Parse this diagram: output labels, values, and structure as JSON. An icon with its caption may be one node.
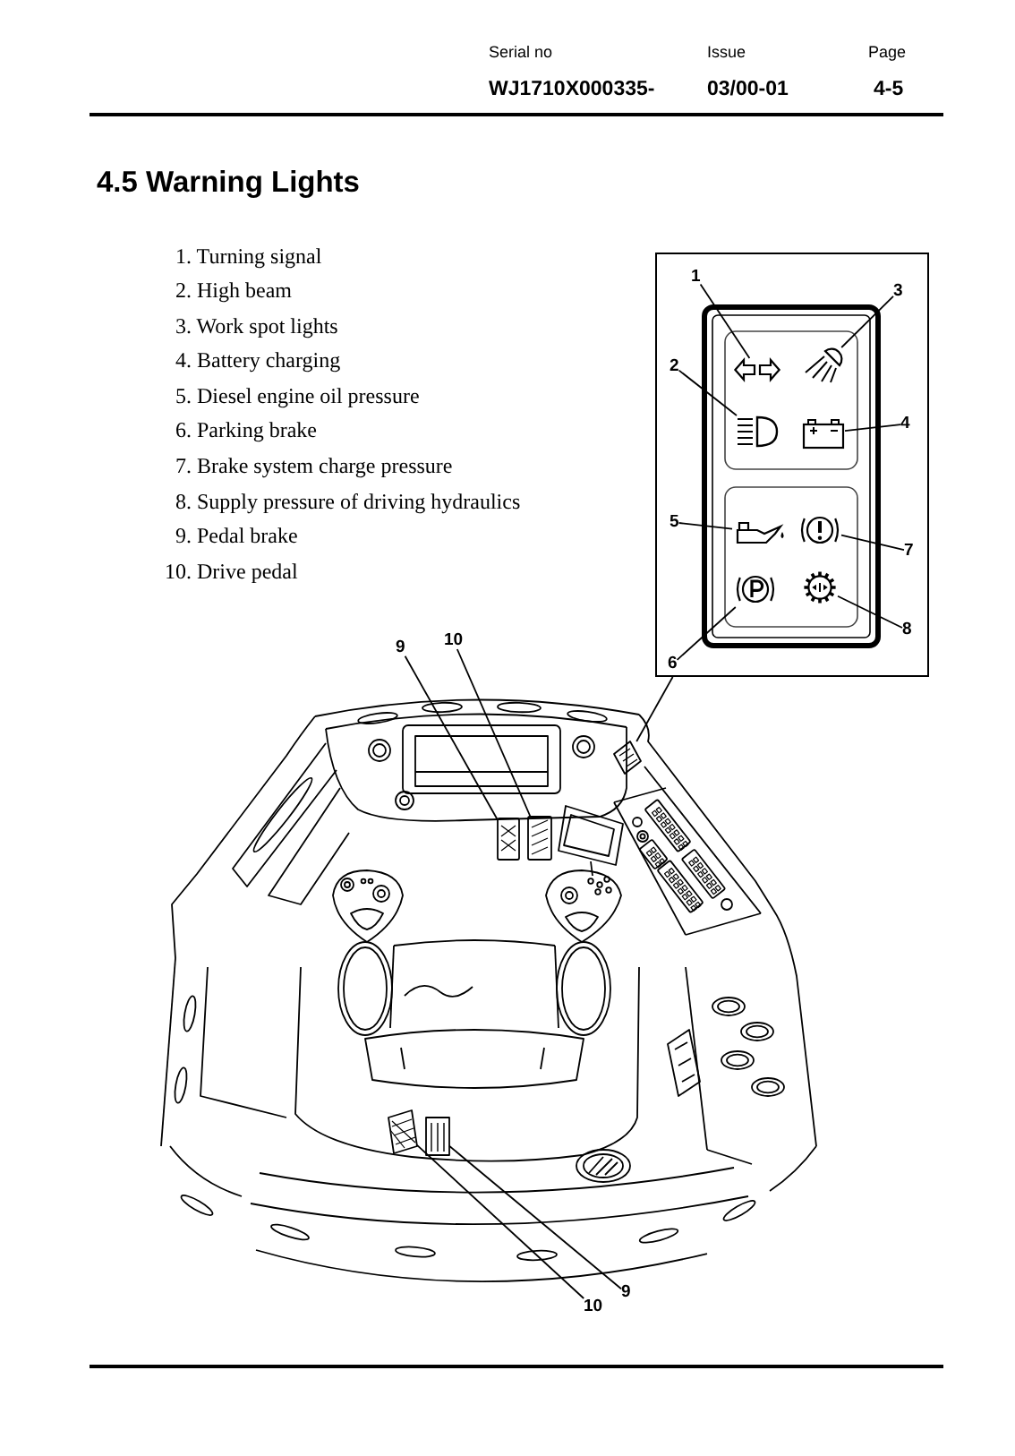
{
  "diagram": {
    "title": "4.5 Warning Lights",
    "nodes": [
      {
        "text": [],
        "shape": "box"
      },
      {
        "text": [
          "1"
        ],
        "in": 0
      },
      {
        "text": [],
        "shape": "picture",
        "in": 0
      },
      {
        "text": [
          "3"
        ],
        "in": 0
      },
      {
        "text": [],
        "shape": "picture",
        "in": 0
      },
      {
        "text": [
          "2"
        ],
        "in": 0
      },
      {
        "text": [],
        "shape": "picture",
        "in": 0
      },
      {
        "text": [],
        "shape": "picture",
        "in": 0
      },
      {
        "text": [
          "4"
        ],
        "in": 0
      },
      {
        "text": [
          "5"
        ],
        "in": 0
      },
      {
        "text": [],
        "shape": "picture",
        "in": 0
      },
      {
        "text": [],
        "shape": "picture",
        "in": 0
      },
      {
        "text": [
          "7"
        ],
        "in": 0
      },
      {
        "text": [],
        "shape": "picture",
        "in": 0
      },
      {
        "text": [],
        "shape": "picture",
        "in": 0
      },
      {
        "text": [
          "8"
        ],
        "in": 0
      },
      {
        "text": [
          "6"
        ],
        "in": 0
      },
      {
        "text": [
          "9"
        ]
      },
      {
        "text": [
          "10"
        ]
      },
      {
        "text": [],
        "shape": "picture"
      },
      {
        "text": [],
        "shape": "picture"
      },
      {
        "text": [],
        "shape": "picture"
      },
      {
        "text": [],
        "shape": "picture"
      },
      {
        "text": [],
        "shape": "picture"
      },
      {
        "text": [
          "10"
        ]
      },
      {
        "text": [
          "9"
        ]
      }
    ],
    "edges": [
      {
        "from": 1,
        "to": 2,
        "arrow": "none"
      },
      {
        "from": 3,
        "to": 4,
        "arrow": "none"
      },
      {
        "from": 5,
        "to": 6,
        "arrow": "none"
      },
      {
        "from": 8,
        "to": 7,
        "arrow": "none"
      },
      {
        "from": 9,
        "to": 10,
        "arrow": "none"
      },
      {
        "from": 12,
        "to": 11,
        "arrow": "none"
      },
      {
        "from": 15,
        "to": 14,
        "arrow": "none"
      },
      {
        "from": 16,
        "to": 13,
        "arrow": "none"
      },
      {
        "from": 17,
        "to": 20,
        "arrow": "none"
      },
      {
        "from": 18,
        "to": 21,
        "arrow": "none"
      },
      {
        "from": 0,
        "to": 19,
        "arrow": "none"
      },
      {
        "from": 24,
        "to": 22,
        "arrow": "none"
      },
      {
        "from": 25,
        "to": 23,
        "arrow": "none"
      }
    ],
    "labels": [
      "Serial no",
      "Issue",
      "Page",
      "WJ1710X000335-",
      "03/00-01",
      "4-5",
      "1. Turning signal",
      "2. High beam",
      "3. Work spot lights",
      "4. Battery charging",
      "5. Diesel engine oil pressure",
      "6. Parking brake",
      "7. Brake system charge pressure",
      "8. Supply pressure of driving hydraulics",
      "9. Pedal brake",
      "10. Drive pedal"
    ]
  }
}
